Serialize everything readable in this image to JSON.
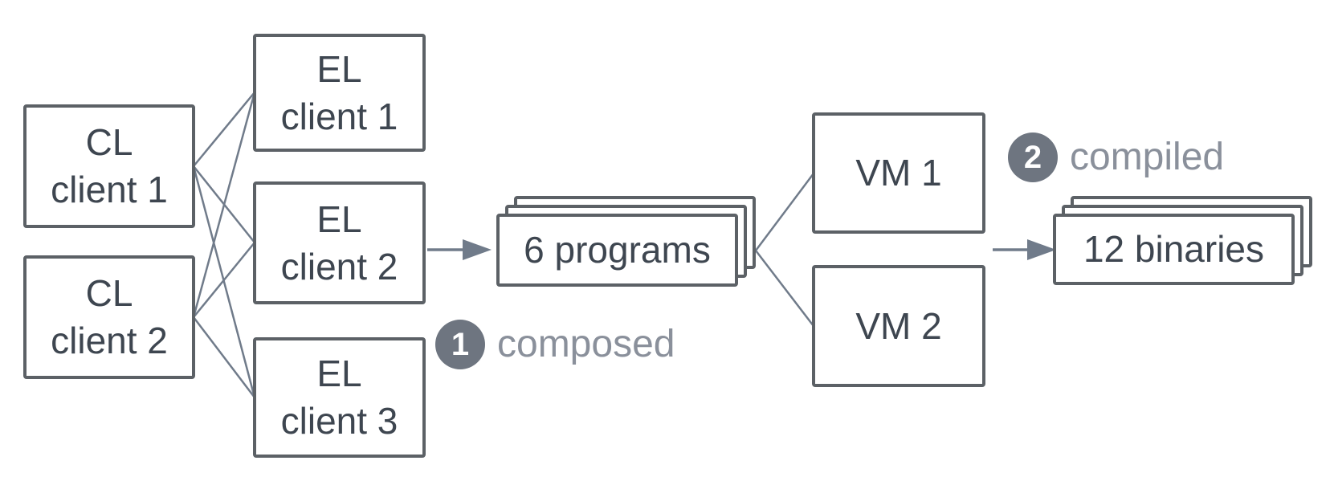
{
  "diagram": {
    "nodes": {
      "cl1": {
        "label": "CL\nclient 1"
      },
      "cl2": {
        "label": "CL\nclient 2"
      },
      "el1": {
        "label": "EL\nclient 1"
      },
      "el2": {
        "label": "EL\nclient 2"
      },
      "el3": {
        "label": "EL\nclient 3"
      },
      "programs": {
        "label": "6 programs"
      },
      "vm1": {
        "label": "VM 1"
      },
      "vm2": {
        "label": "VM 2"
      },
      "binaries": {
        "label": "12 binaries"
      }
    },
    "steps": [
      {
        "number": "1",
        "label": "composed"
      },
      {
        "number": "2",
        "label": "compiled"
      }
    ],
    "colors": {
      "background": "#ffffff",
      "box_border": "#5c6166",
      "box_text": "#3e4650",
      "connector": "#707b8a",
      "badge_fill": "#6e7580",
      "badge_text": "#ffffff",
      "annotation_text": "#8a909b"
    }
  }
}
